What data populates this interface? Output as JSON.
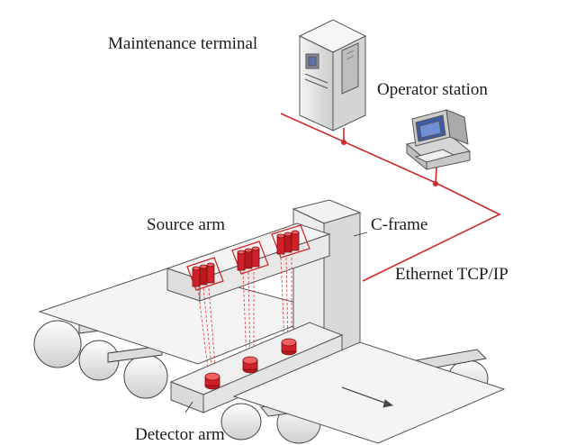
{
  "labels": {
    "maintenance_terminal": "Maintenance terminal",
    "operator_station": "Operator station",
    "source_arm": "Source arm",
    "c_frame": "C-frame",
    "ethernet": "Ethernet TCP/IP",
    "detector_arm": "Detector arm"
  },
  "colors": {
    "network_line": "#cc2a2a",
    "source_red": "#d0202a",
    "beam": "#e23a3a",
    "frame_gray": "#e6e6e6",
    "outline": "#555555"
  }
}
